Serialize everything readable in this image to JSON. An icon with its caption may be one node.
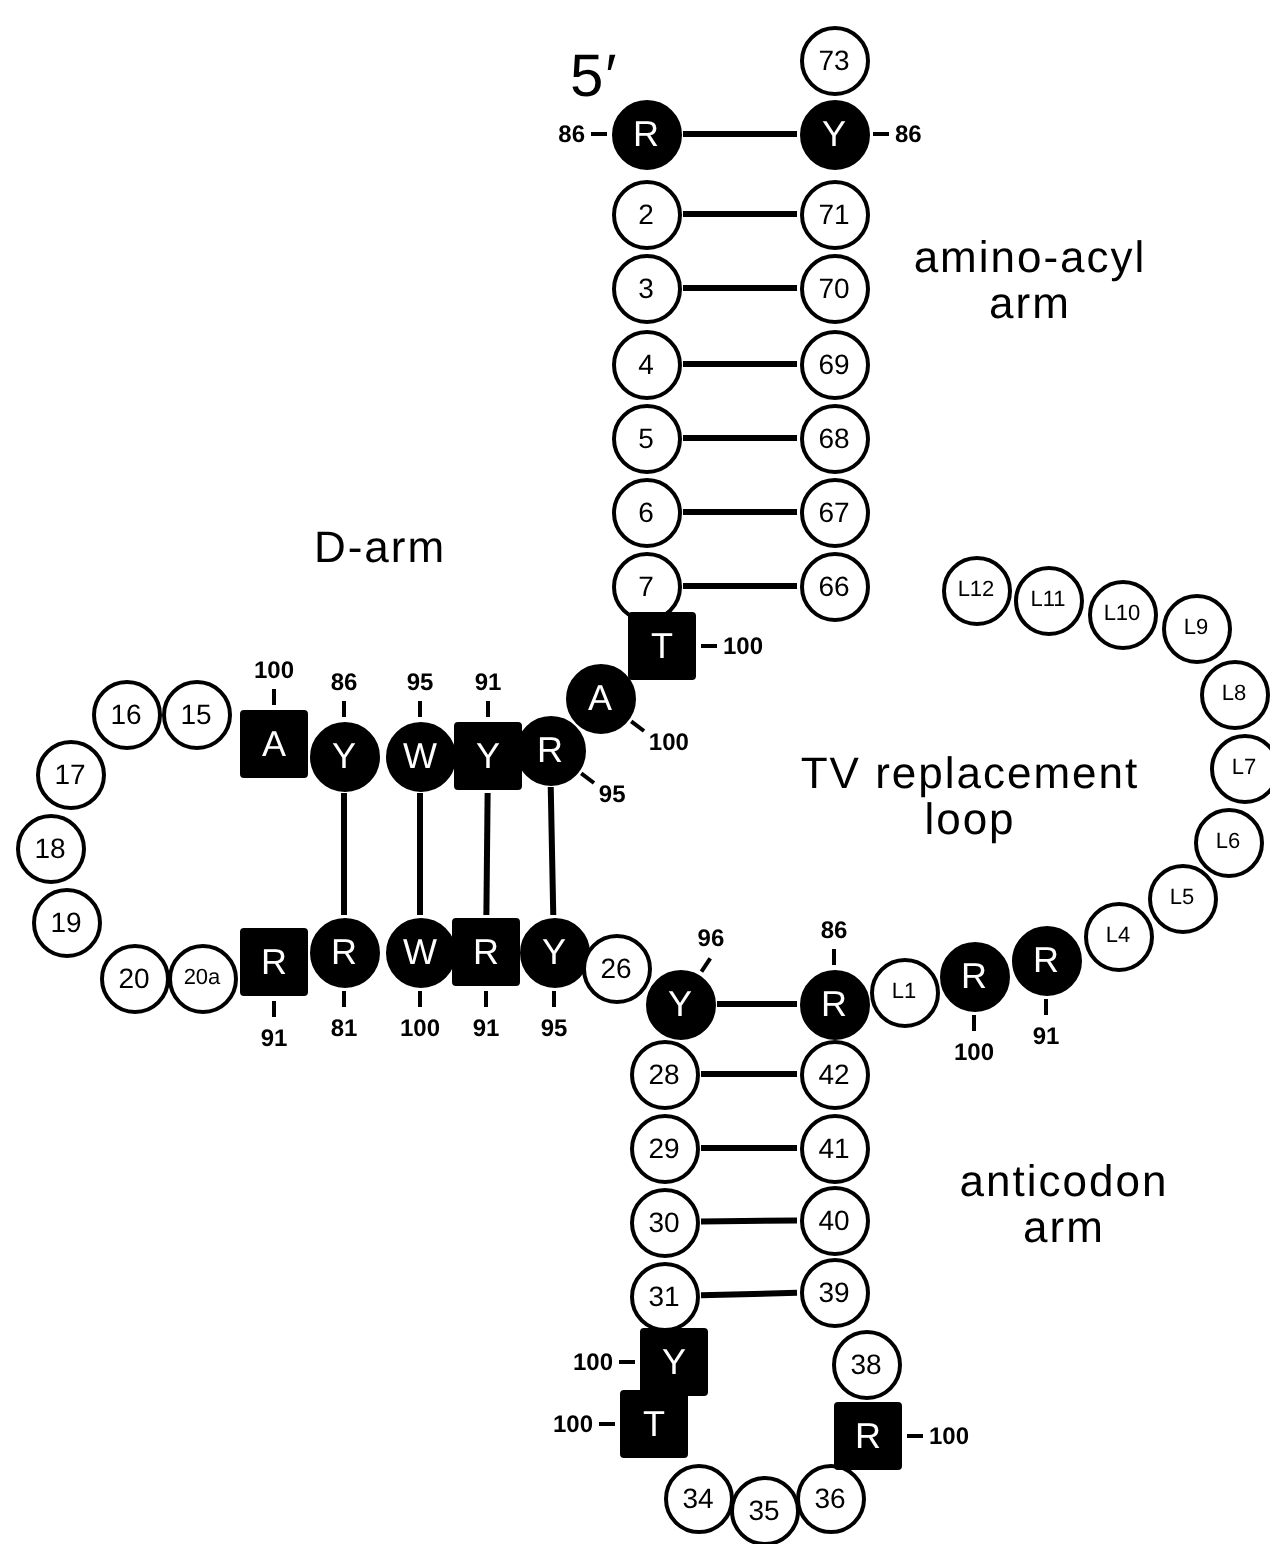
{
  "diagram": {
    "nodes": [
      {
        "text": [
          "R"
        ],
        "beside": [
          "86"
        ]
      },
      {
        "text": [
          "2"
        ]
      },
      {
        "text": [
          "3"
        ]
      },
      {
        "text": [
          "4"
        ]
      },
      {
        "text": [
          "5"
        ]
      },
      {
        "text": [
          "6"
        ]
      },
      {
        "text": [
          "7"
        ]
      },
      {
        "text": [
          "T"
        ],
        "beside": [
          "100"
        ]
      },
      {
        "text": [
          "A"
        ],
        "beside": [
          "100"
        ]
      },
      {
        "text": [
          "R"
        ],
        "beside": [
          "95"
        ]
      },
      {
        "text": [
          "Y"
        ],
        "beside": [
          "91"
        ]
      },
      {
        "text": [
          "W"
        ],
        "beside": [
          "95"
        ]
      },
      {
        "text": [
          "Y"
        ],
        "beside": [
          "86"
        ]
      },
      {
        "text": [
          "A"
        ],
        "beside": [
          "100"
        ]
      },
      {
        "text": [
          "15"
        ]
      },
      {
        "text": [
          "16"
        ]
      },
      {
        "text": [
          "17"
        ]
      },
      {
        "text": [
          "18"
        ]
      },
      {
        "text": [
          "19"
        ]
      },
      {
        "text": [
          "20"
        ]
      },
      {
        "text": [
          "20a"
        ]
      },
      {
        "text": [
          "R"
        ],
        "beside": [
          "91"
        ]
      },
      {
        "text": [
          "R"
        ],
        "beside": [
          "81"
        ]
      },
      {
        "text": [
          "W"
        ],
        "beside": [
          "100"
        ]
      },
      {
        "text": [
          "R"
        ],
        "beside": [
          "91"
        ]
      },
      {
        "text": [
          "Y"
        ],
        "beside": [
          "95"
        ]
      },
      {
        "text": [
          "26"
        ]
      },
      {
        "text": [
          "Y"
        ],
        "beside": [
          "96"
        ]
      },
      {
        "text": [
          "28"
        ]
      },
      {
        "text": [
          "29"
        ]
      },
      {
        "text": [
          "30"
        ]
      },
      {
        "text": [
          "31"
        ]
      },
      {
        "text": [
          "Y"
        ],
        "beside": [
          "100"
        ]
      },
      {
        "text": [
          "T"
        ],
        "beside": [
          "100"
        ]
      },
      {
        "text": [
          "34"
        ]
      },
      {
        "text": [
          "35"
        ]
      },
      {
        "text": [
          "36"
        ]
      },
      {
        "text": [
          "R"
        ],
        "beside": [
          "100"
        ]
      },
      {
        "text": [
          "38"
        ]
      },
      {
        "text": [
          "39"
        ]
      },
      {
        "text": [
          "40"
        ]
      },
      {
        "text": [
          "41"
        ]
      },
      {
        "text": [
          "42"
        ]
      },
      {
        "text": [
          "R"
        ],
        "beside": [
          "86"
        ]
      },
      {
        "text": [
          "L1"
        ]
      },
      {
        "text": [
          "R"
        ],
        "beside": [
          "100"
        ]
      },
      {
        "text": [
          "R"
        ],
        "beside": [
          "91"
        ]
      },
      {
        "text": [
          "L4"
        ]
      },
      {
        "text": [
          "L5"
        ]
      },
      {
        "text": [
          "L6"
        ]
      },
      {
        "text": [
          "L7"
        ]
      },
      {
        "text": [
          "L8"
        ]
      },
      {
        "text": [
          "L9"
        ]
      },
      {
        "text": [
          "L10"
        ]
      },
      {
        "text": [
          "L11"
        ]
      },
      {
        "text": [
          "L12"
        ]
      },
      {
        "text": [
          "66"
        ]
      },
      {
        "text": [
          "67"
        ]
      },
      {
        "text": [
          "68"
        ]
      },
      {
        "text": [
          "69"
        ]
      },
      {
        "text": [
          "70"
        ]
      },
      {
        "text": [
          "71"
        ]
      },
      {
        "text": [
          "Y"
        ],
        "beside": [
          "86"
        ]
      },
      {
        "text": [
          "73"
        ]
      }
    ],
    "edges": [
      {
        "from": 0,
        "to": 62,
        "arrow": "none"
      },
      {
        "from": 1,
        "to": 61,
        "arrow": "none"
      },
      {
        "from": 2,
        "to": 60,
        "arrow": "none"
      },
      {
        "from": 3,
        "to": 59,
        "arrow": "none"
      },
      {
        "from": 4,
        "to": 58,
        "arrow": "none"
      },
      {
        "from": 5,
        "to": 57,
        "arrow": "none"
      },
      {
        "from": 6,
        "to": 56,
        "arrow": "none"
      },
      {
        "from": 12,
        "to": 22,
        "arrow": "none"
      },
      {
        "from": 11,
        "to": 23,
        "arrow": "none"
      },
      {
        "from": 10,
        "to": 24,
        "arrow": "none"
      },
      {
        "from": 9,
        "to": 25,
        "arrow": "none"
      },
      {
        "from": 27,
        "to": 43,
        "arrow": "none"
      },
      {
        "from": 28,
        "to": 42,
        "arrow": "none"
      },
      {
        "from": 29,
        "to": 41,
        "arrow": "none"
      },
      {
        "from": 30,
        "to": 40,
        "arrow": "none"
      },
      {
        "from": 31,
        "to": 39,
        "arrow": "none"
      }
    ],
    "labels": [
      "5′",
      "amino-acyl arm",
      "D-arm",
      "TV replacement loop",
      "anticodon arm"
    ]
  }
}
